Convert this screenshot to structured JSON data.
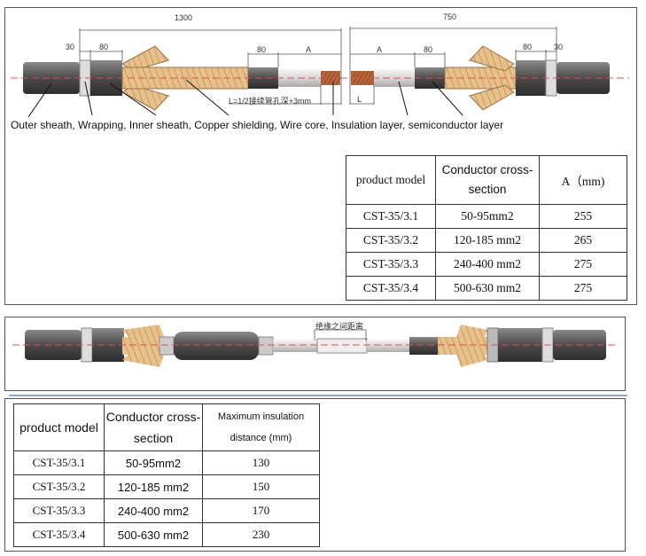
{
  "diagram1": {
    "dims": {
      "total_left": "1300",
      "total_right": "750",
      "d30_left": "30",
      "d80_left": "80",
      "d80_mid_left": "80",
      "a_left": "A",
      "a_right": "A",
      "d80_mid_right": "80",
      "d80_right": "80",
      "d30_right": "30",
      "l_formula": "L=1/2接续管孔深+3mm",
      "l_right": "L"
    },
    "caption": "Outer sheath, Wrapping, Inner sheath, Copper shielding, Wire core, Insulation layer, semiconductor layer"
  },
  "table1": {
    "headers": [
      "product model",
      "Conductor cross-section",
      "A（mm)"
    ],
    "rows": [
      [
        "CST-35/3.1",
        "50-95mm2",
        "255"
      ],
      [
        "CST-35/3.2",
        "120-185 mm2",
        "265"
      ],
      [
        "CST-35/3.3",
        "240-400 mm2",
        "275"
      ],
      [
        "CST-35/3.4",
        "500-630 mm2",
        "275"
      ]
    ]
  },
  "diagram2": {
    "dim_label": "绝缘之间距离"
  },
  "table2": {
    "headers": [
      "product model",
      "Conductor cross-section",
      "Maximum insulation distance (mm)"
    ],
    "rows": [
      [
        "CST-35/3.1",
        "50-95mm2",
        "130"
      ],
      [
        "CST-35/3.2",
        "120-185 mm2",
        "150"
      ],
      [
        "CST-35/3.3",
        "240-400 mm2",
        "170"
      ],
      [
        "CST-35/3.4",
        "500-630 mm2",
        "230"
      ]
    ]
  },
  "colors": {
    "sheath": "#4a4a4a",
    "copper_tape": "#e7c08a",
    "core": "#b5653a",
    "centerline": "#e05050"
  }
}
